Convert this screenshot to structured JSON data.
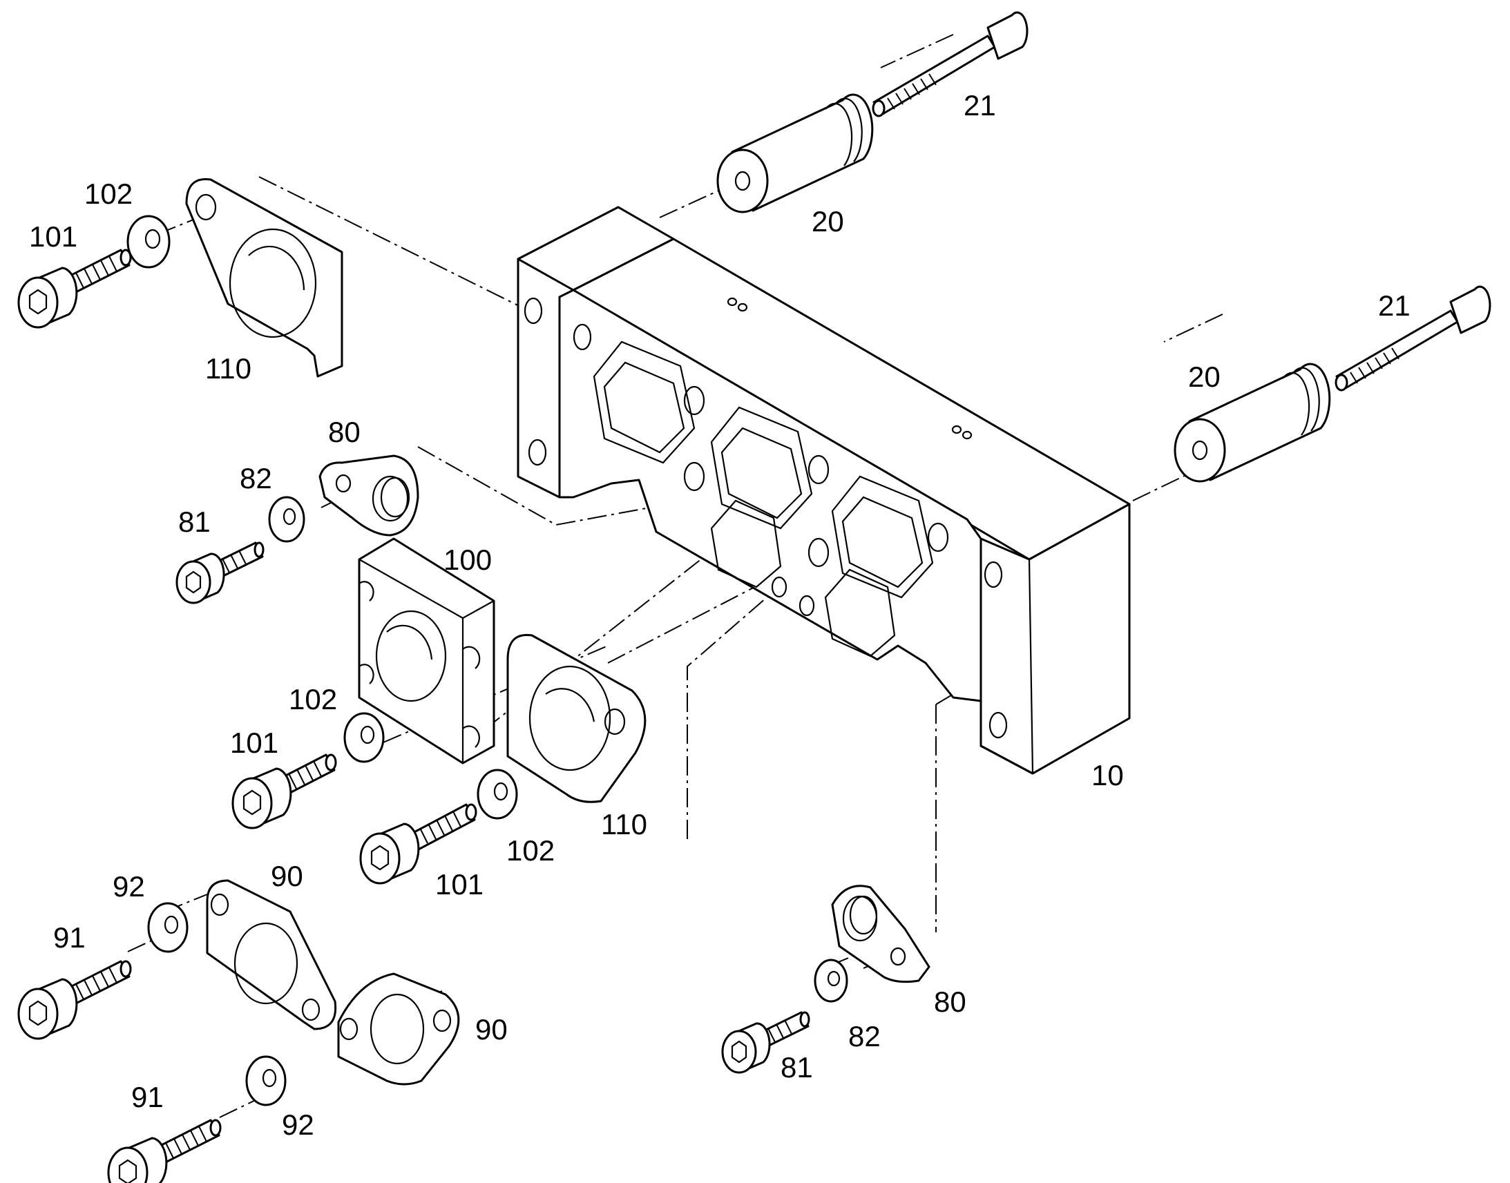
{
  "diagram": {
    "labels": {
      "part_10": "10",
      "part_20a": "20",
      "part_20b": "20",
      "part_21a": "21",
      "part_21b": "21",
      "part_80a": "80",
      "part_80b": "80",
      "part_81a": "81",
      "part_81b": "81",
      "part_82a": "82",
      "part_82b": "82",
      "part_90a": "90",
      "part_90b": "90",
      "part_91a": "91",
      "part_91b": "91",
      "part_92a": "92",
      "part_92b": "92",
      "part_100": "100",
      "part_101a": "101",
      "part_101b": "101",
      "part_101c": "101",
      "part_102a": "102",
      "part_102b": "102",
      "part_102c": "102",
      "part_110a": "110",
      "part_110b": "110"
    }
  }
}
